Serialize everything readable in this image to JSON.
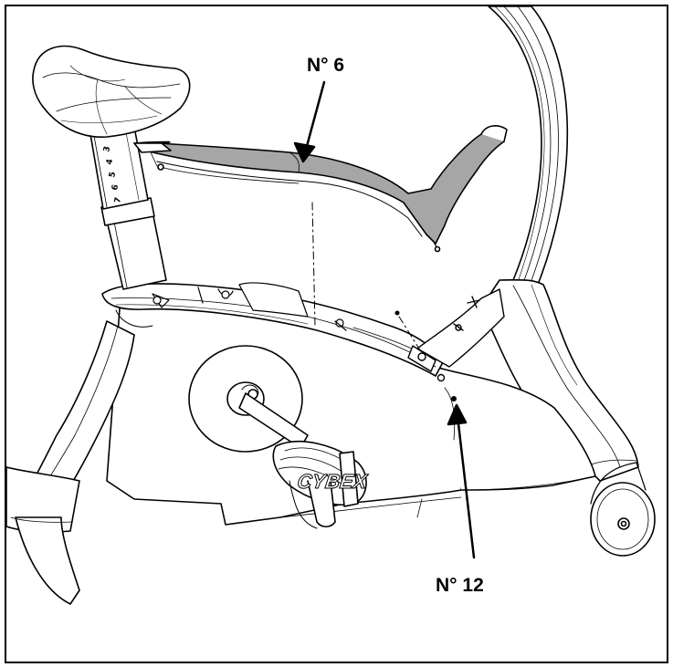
{
  "callouts": [
    {
      "label": "N° 6"
    },
    {
      "label": "N° 12"
    }
  ],
  "brand_text": "CYBEX",
  "seat_post_scale": [
    "3",
    "4",
    "5",
    "6",
    "7"
  ],
  "colors": {
    "line": "#000000",
    "highlight_part": "#a6a6a6",
    "background": "#ffffff"
  }
}
